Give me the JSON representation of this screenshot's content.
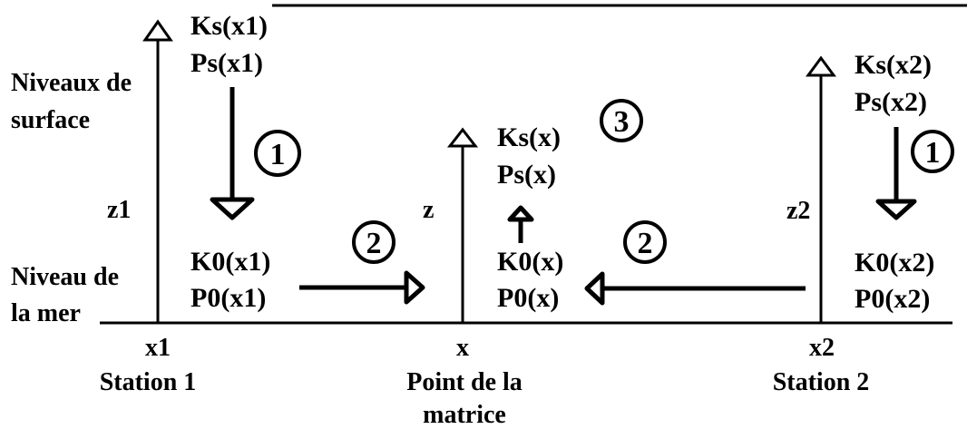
{
  "labels": {
    "niveaux_surface_1": "Niveaux de",
    "niveaux_surface_2": "surface",
    "niveau_mer_1": "Niveau de",
    "niveau_mer_2": "la mer",
    "z1": "z1",
    "z": "z",
    "z2": "z2",
    "x1": "x1",
    "x": "x",
    "x2": "x2",
    "station1": "Station 1",
    "point_1": "Point de la",
    "point_2": "matrice",
    "station2": "Station 2"
  },
  "stations": {
    "s1": {
      "ks": "Ks(x1)",
      "ps": "Ps(x1)",
      "k0": "K0(x1)",
      "p0": "P0(x1)"
    },
    "pt": {
      "ks": "Ks(x)",
      "ps": "Ps(x)",
      "k0": "K0(x)",
      "p0": "P0(x)"
    },
    "s2": {
      "ks": "Ks(x2)",
      "ps": "Ps(x2)",
      "k0": "K0(x2)",
      "p0": "P0(x2)"
    }
  },
  "steps": {
    "one": "1",
    "two": "2",
    "three": "3"
  }
}
